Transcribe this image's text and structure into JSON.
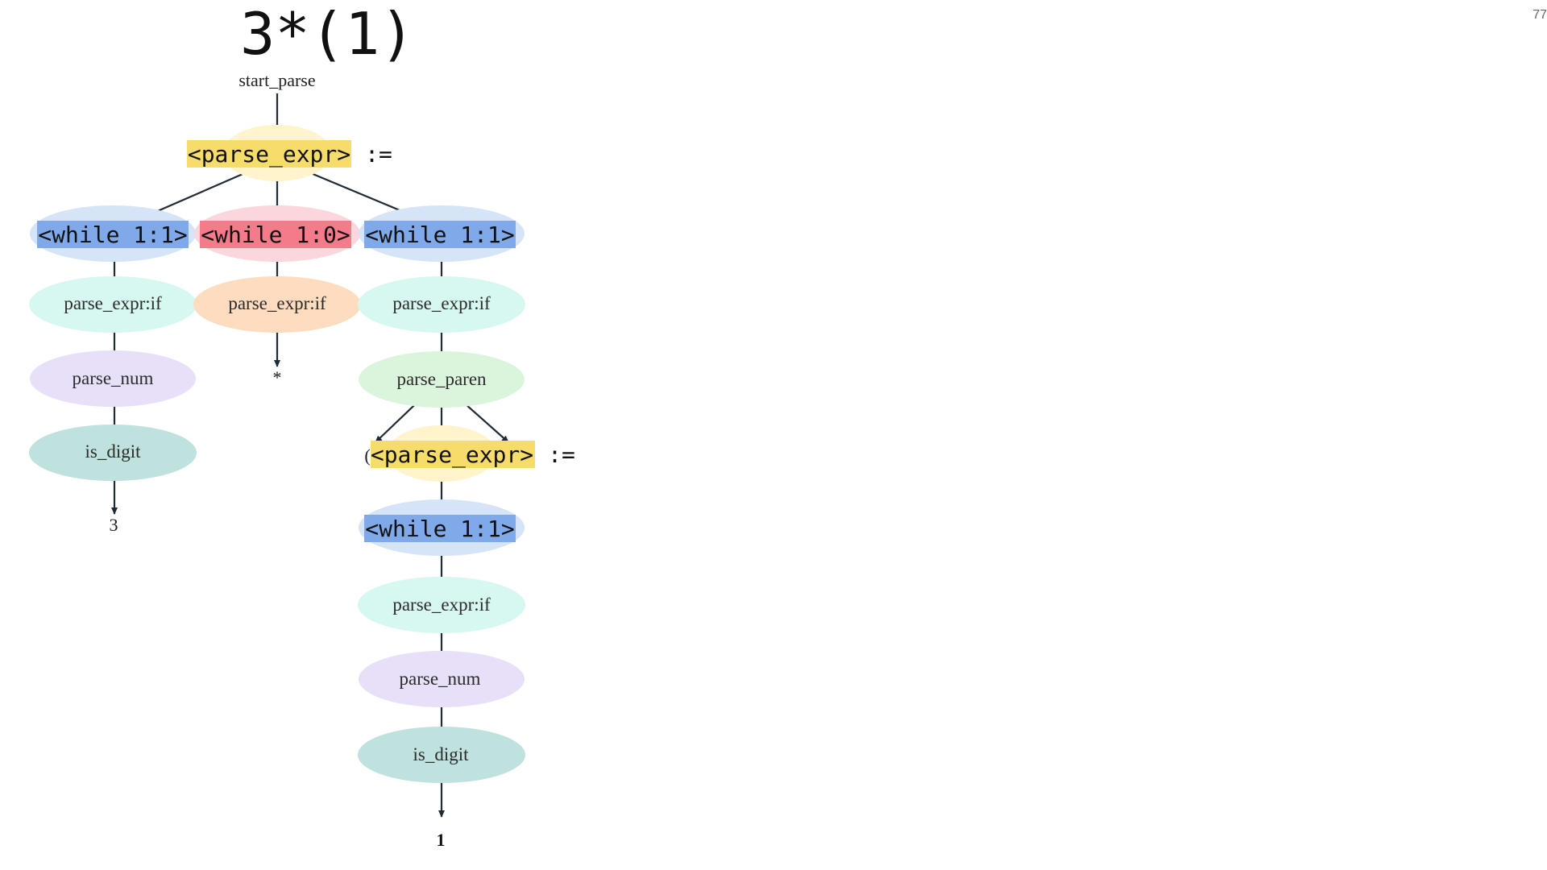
{
  "slide": {
    "title": "3*(1)",
    "page_number": "77"
  },
  "diagram": {
    "root_label": "start_parse",
    "top_expr_label": "<parse_expr>",
    "top_expr_suffix": ":=",
    "left_branch": {
      "while_label": "<while 1:1>",
      "if_label": "parse_expr:if",
      "num_label": "parse_num",
      "digit_label": "is_digit",
      "leaf": "3"
    },
    "middle_branch": {
      "while_label": "<while 1:0>",
      "if_label": "parse_expr:if",
      "leaf": "*"
    },
    "right_branch": {
      "while_label": "<while 1:1>",
      "if_label": "parse_expr:if",
      "paren_label": "parse_paren",
      "paren_open_partial": "(",
      "nested_expr_label": "<parse_expr>",
      "nested_expr_suffix": ":=",
      "nested_while_label": "<while 1:1>",
      "nested_if_label": "parse_expr:if",
      "nested_num_label": "parse_num",
      "nested_digit_label": "is_digit",
      "leaf": "1"
    },
    "colors": {
      "expr_highlight": "#f6dc6a",
      "expr_node": "#fff4cc",
      "while_highlight": "#7fa9e8",
      "while_node": "#d6e4f8",
      "while_zero_highlight": "#f37b8a",
      "while_zero_node": "#fbd6dc",
      "if_node": "#d7f8f1",
      "if_orange_node": "#fddcc0",
      "num_node": "#e8e0f8",
      "digit_node": "#bfe2de",
      "paren_node": "#dbf4dc",
      "edge": "#1f2a33"
    }
  }
}
